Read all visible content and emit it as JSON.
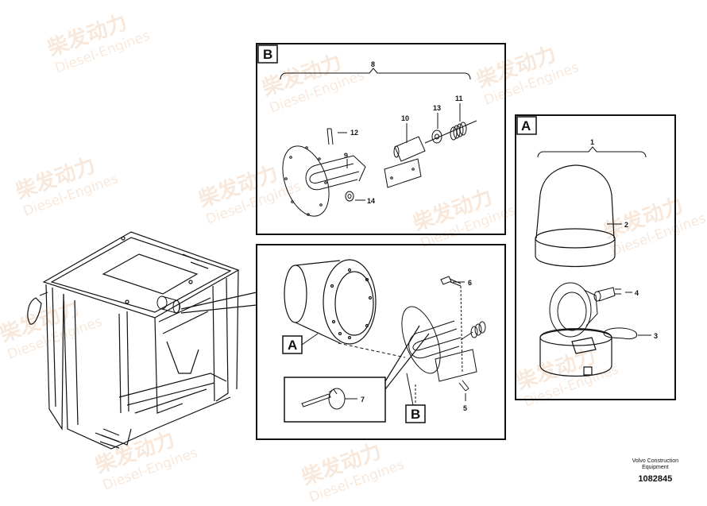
{
  "watermark": {
    "cn": "柴发动力",
    "en": "Diesel-Engines"
  },
  "panels": {
    "b_top": {
      "tag": "B"
    },
    "a_right": {
      "tag": "A"
    }
  },
  "callouts": {
    "p1": "1",
    "p2": "2",
    "p3": "3",
    "p4": "4",
    "p5": "5",
    "p6": "6",
    "p7": "7",
    "p8": "8",
    "p9": "9",
    "p10": "10",
    "p11": "11",
    "p12": "12",
    "p13": "13",
    "p14": "14",
    "ref_a": "A",
    "ref_b": "B"
  },
  "footer": {
    "line1": "Volvo Construction",
    "line2": "Equipment",
    "number": "1082845"
  }
}
